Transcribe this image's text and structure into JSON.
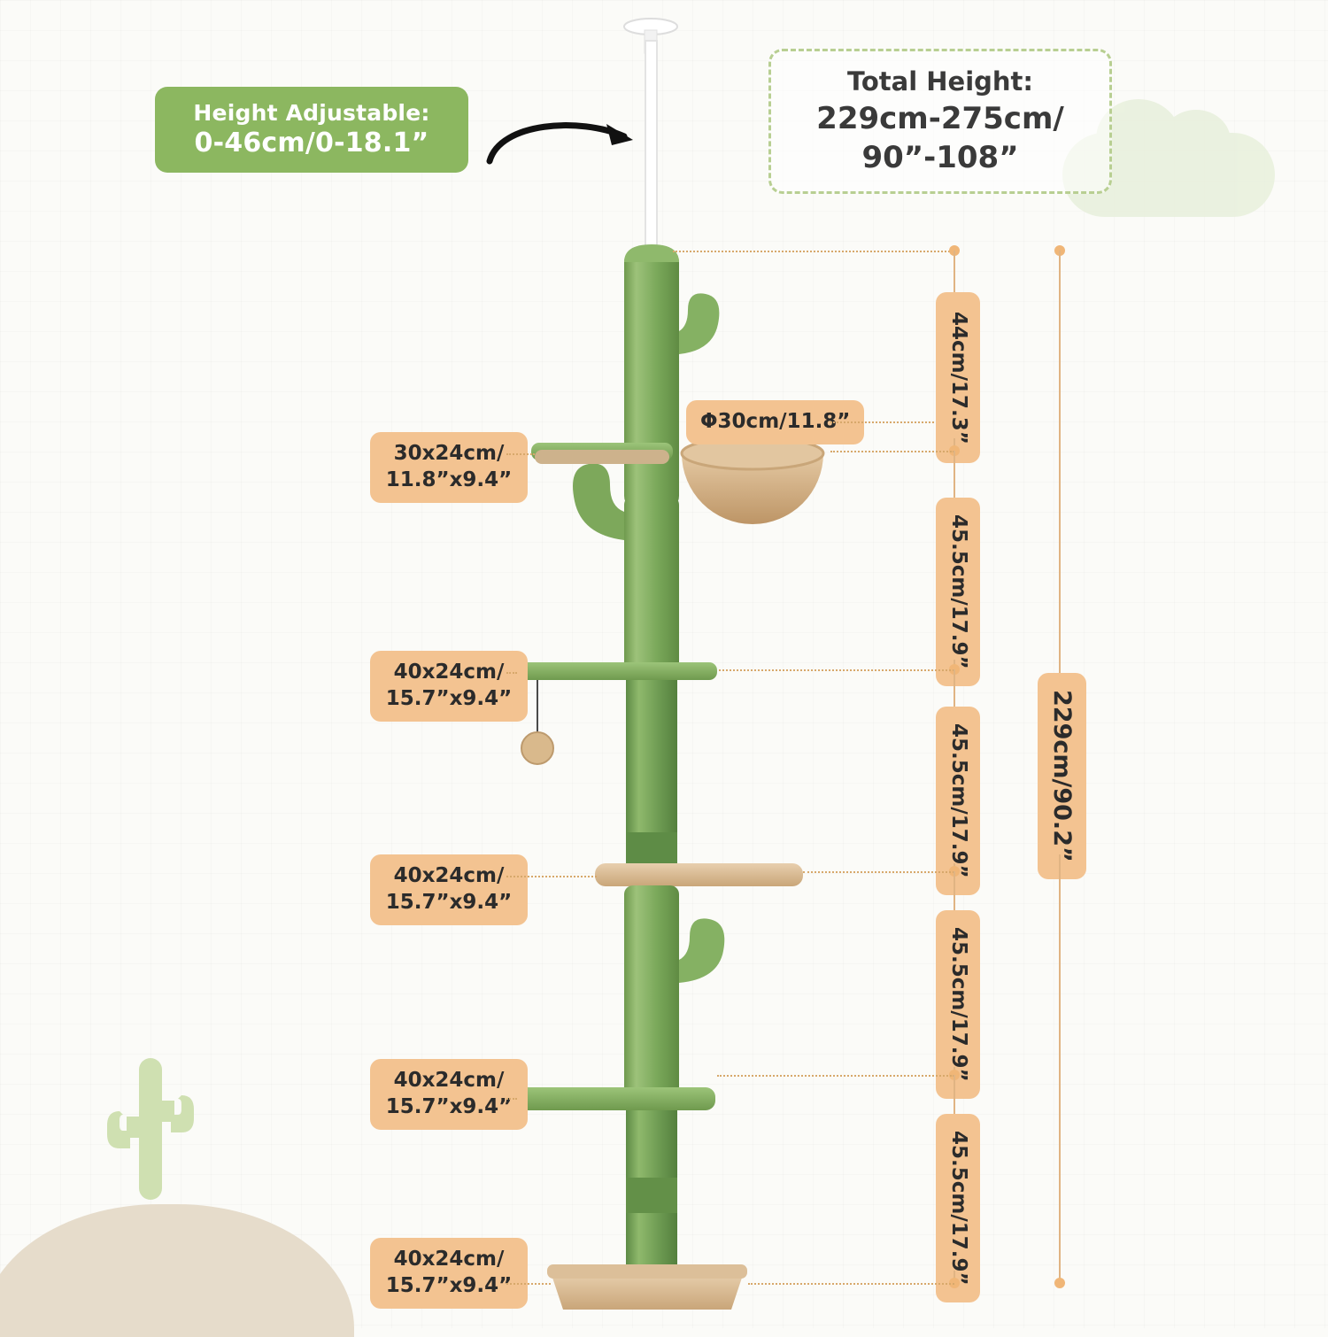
{
  "page": {
    "background_color": "#fbfbf8",
    "accent_green": "#8cb760",
    "accent_orange": "#f3c391"
  },
  "callouts": {
    "height_adjustable": {
      "line1": "Height Adjustable:",
      "line2": "0-46cm/0-18.1”"
    },
    "total_height": {
      "line1": "Total Height:",
      "line2": "229cm-275cm/",
      "line3": "90”-108”"
    }
  },
  "left_tags": [
    {
      "text": "30x24cm/\n11.8”x9.4”"
    },
    {
      "text": "40x24cm/\n15.7”x9.4”"
    },
    {
      "text": "40x24cm/\n15.7”x9.4”"
    },
    {
      "text": "40x24cm/\n15.7”x9.4”"
    },
    {
      "text": "40x24cm/\n15.7”x9.4”"
    }
  ],
  "basket_tag": {
    "text": "Φ30cm/11.8”"
  },
  "segment_tags": [
    {
      "text": "44cm/17.3”"
    },
    {
      "text": "45.5cm/17.9”"
    },
    {
      "text": "45.5cm/17.9”"
    },
    {
      "text": "45.5cm/17.9”"
    },
    {
      "text": "45.5cm/17.9”"
    }
  ],
  "total_tag": {
    "text": "229cm/90.2”"
  },
  "icons": {
    "arrow": "curved-arrow-icon",
    "cactus": "cactus-icon",
    "cloud": "cloud-icon"
  }
}
